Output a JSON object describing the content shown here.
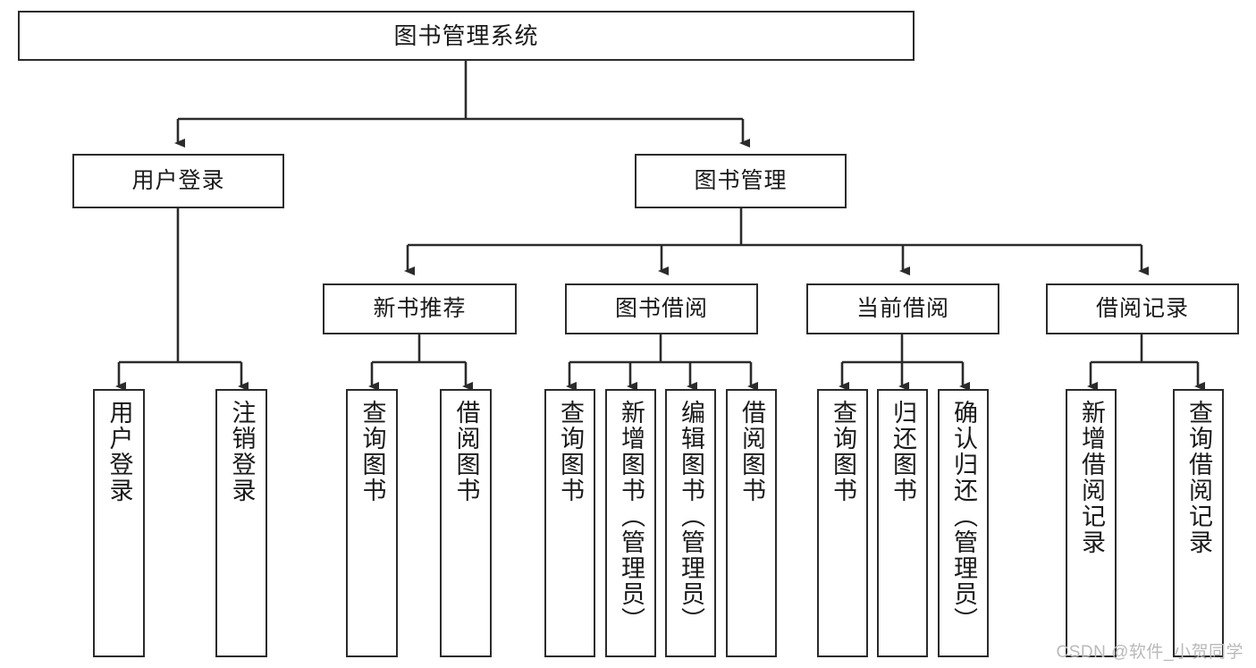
{
  "diagram": {
    "title": "图书管理系统",
    "type": "tree-hierarchy-diagram",
    "watermark": "CSDN @软件_小贺同学",
    "colors": {
      "box_border": "#2b2b2b",
      "box_fill": "#ffffff",
      "connector": "#2b2b2b",
      "text": "#1a1a1a",
      "watermark": "#b9b9b9",
      "canvas": "#ffffff"
    },
    "nodes": {
      "root": {
        "label": "图书管理系统"
      },
      "level1": [
        {
          "id": "user-login",
          "label": "用户登录"
        },
        {
          "id": "book-management",
          "label": "图书管理"
        }
      ],
      "level2": [
        {
          "id": "new-book-recommend",
          "label": "新书推荐"
        },
        {
          "id": "book-borrow",
          "label": "图书借阅"
        },
        {
          "id": "current-borrow",
          "label": "当前借阅"
        },
        {
          "id": "borrow-record",
          "label": "借阅记录"
        }
      ],
      "leaves": {
        "user_login": [
          {
            "id": "leaf-user-login",
            "label": "用户登录"
          },
          {
            "id": "leaf-logout-login",
            "label": "注销登录"
          }
        ],
        "new_book_recommend": [
          {
            "id": "leaf-query-book-1",
            "label": "查询图书"
          },
          {
            "id": "leaf-borrow-book-1",
            "label": "借阅图书"
          }
        ],
        "book_borrow": [
          {
            "id": "leaf-query-book-2",
            "label": "查询图书"
          },
          {
            "id": "leaf-add-book",
            "label": "新增图书（管理员）"
          },
          {
            "id": "leaf-edit-book",
            "label": "编辑图书（管理员）"
          },
          {
            "id": "leaf-borrow-book-2",
            "label": "借阅图书"
          }
        ],
        "current_borrow": [
          {
            "id": "leaf-query-book-3",
            "label": "查询图书"
          },
          {
            "id": "leaf-return-book",
            "label": "归还图书"
          },
          {
            "id": "leaf-confirm-return",
            "label": "确认归还（管理员）"
          }
        ],
        "borrow_record": [
          {
            "id": "leaf-add-record",
            "label": "新增借阅记录"
          },
          {
            "id": "leaf-query-record",
            "label": "查询借阅记录"
          }
        ]
      }
    },
    "edges": [
      {
        "from": "图书管理系统",
        "to": "用户登录"
      },
      {
        "from": "图书管理系统",
        "to": "图书管理"
      },
      {
        "from": "图书管理",
        "to": "新书推荐"
      },
      {
        "from": "图书管理",
        "to": "图书借阅"
      },
      {
        "from": "图书管理",
        "to": "当前借阅"
      },
      {
        "from": "图书管理",
        "to": "借阅记录"
      },
      {
        "from": "用户登录",
        "to": "用户登录"
      },
      {
        "from": "用户登录",
        "to": "注销登录"
      },
      {
        "from": "新书推荐",
        "to": "查询图书"
      },
      {
        "from": "新书推荐",
        "to": "借阅图书"
      },
      {
        "from": "图书借阅",
        "to": "查询图书"
      },
      {
        "from": "图书借阅",
        "to": "新增图书（管理员）"
      },
      {
        "from": "图书借阅",
        "to": "编辑图书（管理员）"
      },
      {
        "from": "图书借阅",
        "to": "借阅图书"
      },
      {
        "from": "当前借阅",
        "to": "查询图书"
      },
      {
        "from": "当前借阅",
        "to": "归还图书"
      },
      {
        "from": "当前借阅",
        "to": "确认归还（管理员）"
      },
      {
        "from": "借阅记录",
        "to": "新增借阅记录"
      },
      {
        "from": "借阅记录",
        "to": "查询借阅记录"
      }
    ]
  }
}
